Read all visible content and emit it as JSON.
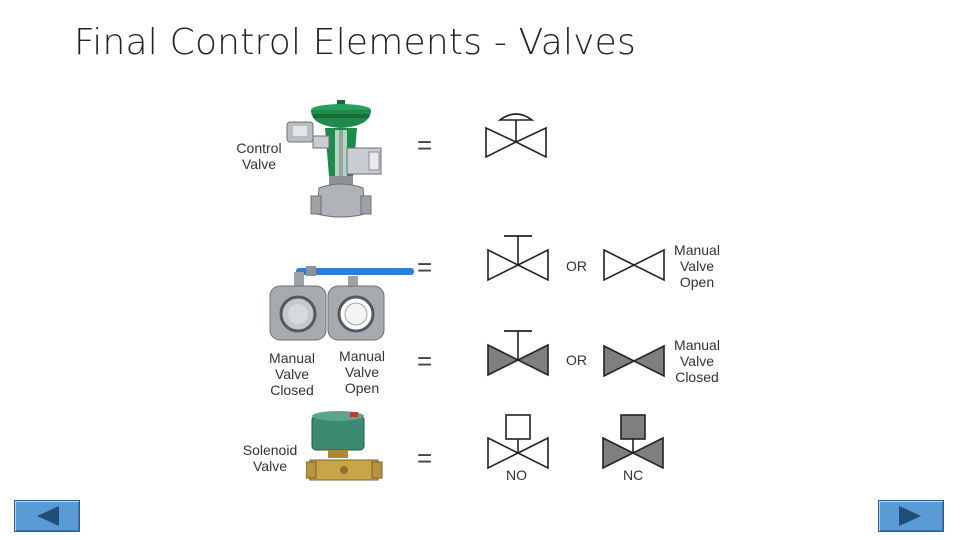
{
  "slide": {
    "title": "Final Control Elements - Valves"
  },
  "rows": {
    "control": {
      "label": "Control\nValve",
      "equals": "="
    },
    "manual_open": {
      "equals": "=",
      "or": "OR",
      "label": "Manual\nValve\nOpen"
    },
    "manual_closed": {
      "equals": "=",
      "or": "OR",
      "label": "Manual\nValve\nClosed"
    },
    "solenoid": {
      "label": "Solenoid\nValve",
      "equals": "=",
      "no_label": "NO",
      "nc_label": "NC"
    }
  },
  "ball_valve_labels": {
    "closed": "Manual\nValve\nClosed",
    "open": "Manual\nValve\nOpen"
  },
  "colors": {
    "actuator_green": "#1f8a4c",
    "valve_fill_gray": "#7f7f7f",
    "handle_blue": "#2f7fd8",
    "nav_blue": "#5b9bd5",
    "nav_arrow": "#1f4e79"
  },
  "icons": {
    "prev": "triangle-left-icon",
    "next": "triangle-right-icon"
  }
}
